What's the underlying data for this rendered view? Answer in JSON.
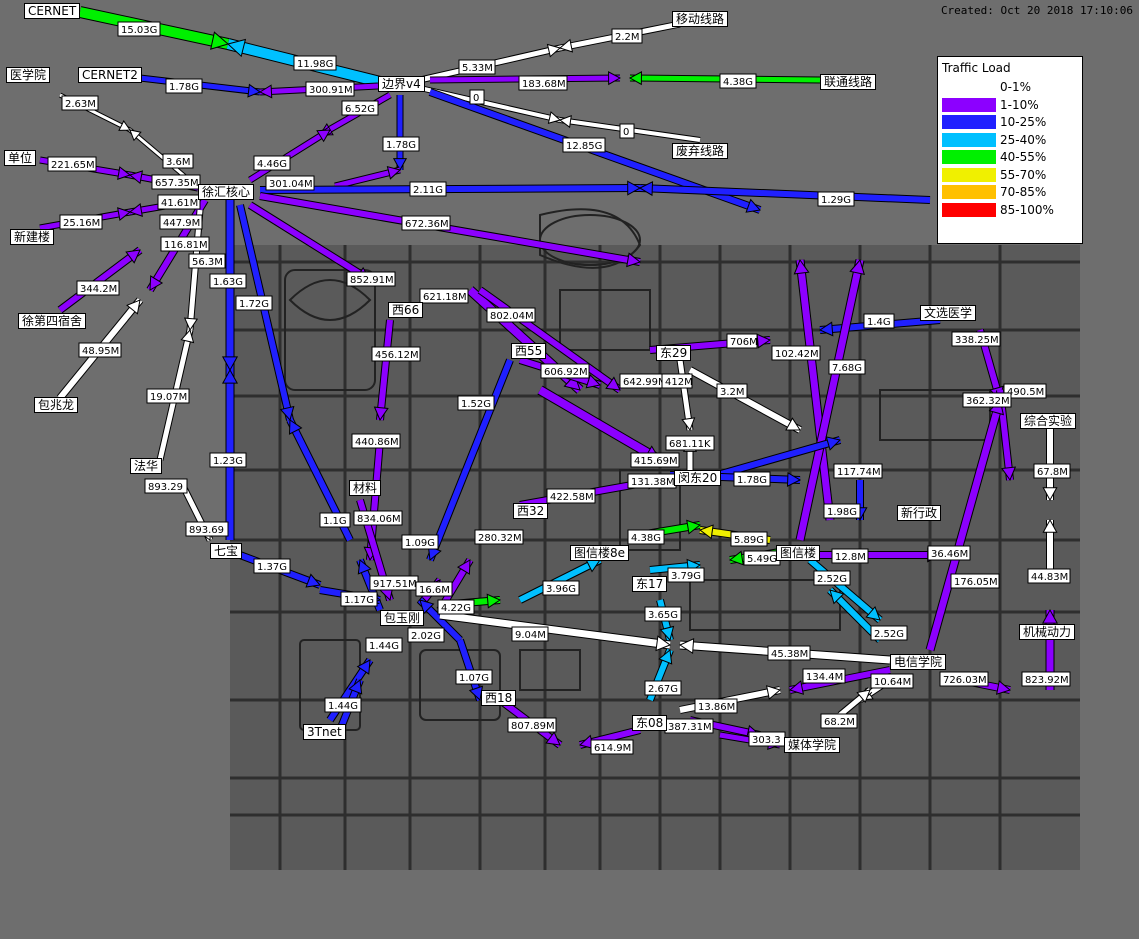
{
  "created": "Created: Oct 20 2018 17:10:06",
  "legend": {
    "title": "Traffic Load",
    "items": [
      {
        "label": "0-1%",
        "color": "#ffffff"
      },
      {
        "label": "1-10%",
        "color": "#8c00ff"
      },
      {
        "label": "10-25%",
        "color": "#2020ff"
      },
      {
        "label": "25-40%",
        "color": "#00c0ff"
      },
      {
        "label": "40-55%",
        "color": "#00f000"
      },
      {
        "label": "55-70%",
        "color": "#f0f000"
      },
      {
        "label": "70-85%",
        "color": "#ffc000"
      },
      {
        "label": "85-100%",
        "color": "#ff0000"
      }
    ]
  },
  "nodes": [
    "CERNET",
    "CERNET2",
    "医学院",
    "单位",
    "新建楼",
    "徐第四宿舍",
    "包兆龙",
    "法华",
    "七宝",
    "3Tnet",
    "徐汇核心",
    "边界v4",
    "移动线路",
    "联通线路",
    "废弃线路",
    "文选医学",
    "综合实验",
    "新行政",
    "机械动力",
    "西66",
    "西55",
    "东29",
    "闵东20",
    "西32",
    "材料",
    "图信楼8e",
    "图信楼",
    "东17",
    "包玉刚",
    "电信学院",
    "西18",
    "东08",
    "媒体学院"
  ],
  "link_labels": [
    "15.03G",
    "11.98G",
    "1.78G",
    "300.91M",
    "5.33M",
    "2.2M",
    "183.68M",
    "4.38G",
    "0",
    "0",
    "12.85G",
    "6.52G",
    "1.78G",
    "2.63M",
    "3.6M",
    "221.65M",
    "657.35M",
    "4.46G",
    "301.04M",
    "2.11G",
    "1.29G",
    "25.16M",
    "41.61M",
    "447.9M",
    "116.81M",
    "672.36M",
    "344.2M",
    "56.3M",
    "48.95M",
    "1.63G",
    "1.72G",
    "19.07M",
    "852.91M",
    "621.18M",
    "802.04M",
    "1.4G",
    "338.25M",
    "706M",
    "102.42M",
    "7.68G",
    "456.12M",
    "606.92M",
    "642.99M",
    "412M",
    "3.2M",
    "490.5M",
    "362.32M",
    "440.86M",
    "1.52G",
    "681.11K",
    "415.69M",
    "117.74M",
    "67.8M",
    "1.23G",
    "893.29",
    "893.69",
    "422.58M",
    "131.38M",
    "1.78G",
    "1.98G",
    "834.06M",
    "1.1G",
    "1.09G",
    "280.32M",
    "4.38G",
    "5.89G",
    "5.49G",
    "12.8M",
    "36.46M",
    "1.37G",
    "917.51M",
    "16.6M",
    "3.96G",
    "3.79G",
    "2.52G",
    "176.05M",
    "44.83M",
    "1.17G",
    "4.22G",
    "3.65G",
    "2.52G",
    "1.44G",
    "2.02G",
    "9.04M",
    "45.38M",
    "134.4M",
    "10.64M",
    "726.03M",
    "823.92M",
    "1.07G",
    "2.67G",
    "13.86M",
    "1.44G",
    "807.89M",
    "614.9M",
    "387.31M",
    "68.2M",
    "303.3"
  ]
}
